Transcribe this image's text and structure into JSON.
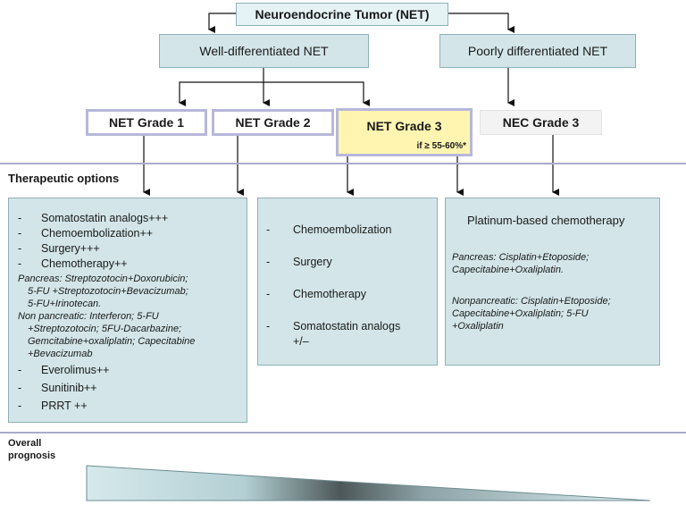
{
  "root": {
    "label": "Neuroendocrine Tumor (NET)"
  },
  "categories": {
    "well": "Well-differentiated NET",
    "poor": "Poorly differentiated NET"
  },
  "grades": {
    "g1": "NET Grade 1",
    "g2": "NET Grade 2",
    "g3": "NET Grade 3",
    "g3_note": "if ≥ 55-60%*",
    "nec": "NEC Grade 3"
  },
  "therapeutic": {
    "title": "Therapeutic options",
    "left": {
      "items_top": [
        "Somatostatin analogs+++",
        "Chemoembolization++",
        "Surgery+++",
        "Chemotherapy++"
      ],
      "pancreas": [
        "Pancreas: Streptozotocin+Doxorubicin;",
        "5-FU +Streptozotocin+Bevacizumab;",
        "5-FU+Irinotecan."
      ],
      "nonpancreatic": [
        "Non pancreatic: Interferon; 5-FU",
        "+Streptozotocin; 5FU-Dacarbazine;",
        "Gemcitabine+oxaliplatin; Capecitabine",
        "+Bevacizumab"
      ],
      "items_bottom": [
        "Everolimus++",
        "Sunitinib++",
        "PRRT ++"
      ]
    },
    "middle": {
      "items": [
        "Chemoembolization",
        "Surgery",
        "Chemotherapy",
        "Somatostatin analogs"
      ],
      "last_suffix": "+/–"
    },
    "right": {
      "title": "Platinum-based chemotherapy",
      "pancreas": [
        "Pancreas: Cisplatin+Etoposide;",
        "Capecitabine+Oxaliplatin."
      ],
      "nonpancreatic": [
        "Nonpancreatic: Cisplatin+Etoposide;",
        "Capecitabine+Oxaliplatin; 5-FU",
        "+Oxaliplatin"
      ]
    }
  },
  "prognosis": {
    "title_line1": "Overall",
    "title_line2": "prognosis"
  },
  "dash": "-",
  "colors": {
    "box_fill": "#d3e5e8",
    "box_border": "#8fb1b7",
    "grade_border": "#b7b7dc",
    "grade3_fill": "#fff5b1",
    "divider": "#aaaacc"
  }
}
